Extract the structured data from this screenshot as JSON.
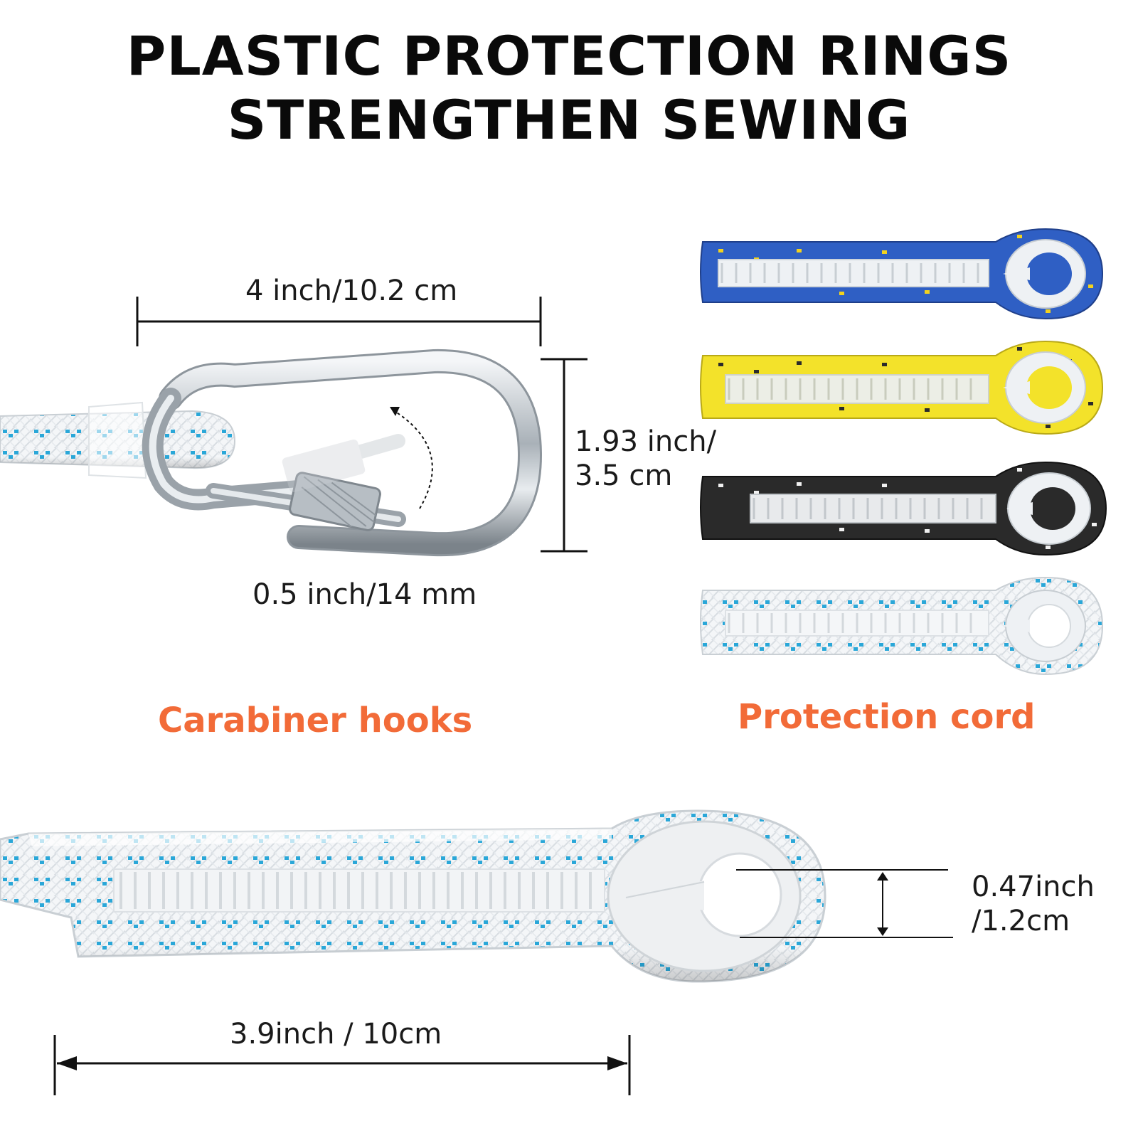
{
  "title": {
    "line1": "PLASTIC PROTECTION RINGS",
    "line2": "STRENGTHEN SEWING"
  },
  "carabiner": {
    "length_label": "4 inch/10.2 cm",
    "height_label_line1": "1.93 inch/",
    "height_label_line2": "3.5 cm",
    "gate_label": "0.5 inch/14 mm",
    "caption": "Carabiner hooks"
  },
  "protection_cord": {
    "caption": "Protection cord",
    "variants": [
      {
        "color": "blue",
        "base": "#2f5fc4",
        "fleck": "#f2d21e"
      },
      {
        "color": "yellow",
        "base": "#f3e22a",
        "fleck": "#2b2b2b"
      },
      {
        "color": "black",
        "base": "#2a2a2a",
        "fleck": "#f0f0f0"
      },
      {
        "color": "white",
        "base": "#f2f4f6",
        "fleck": "#2aa7d8"
      }
    ]
  },
  "detail": {
    "ring_label_line1": "0.47inch",
    "ring_label_line2": "/1.2cm",
    "sewing_label": "3.9inch / 10cm"
  },
  "colors": {
    "accent": "#f26b38",
    "text": "#111111"
  }
}
